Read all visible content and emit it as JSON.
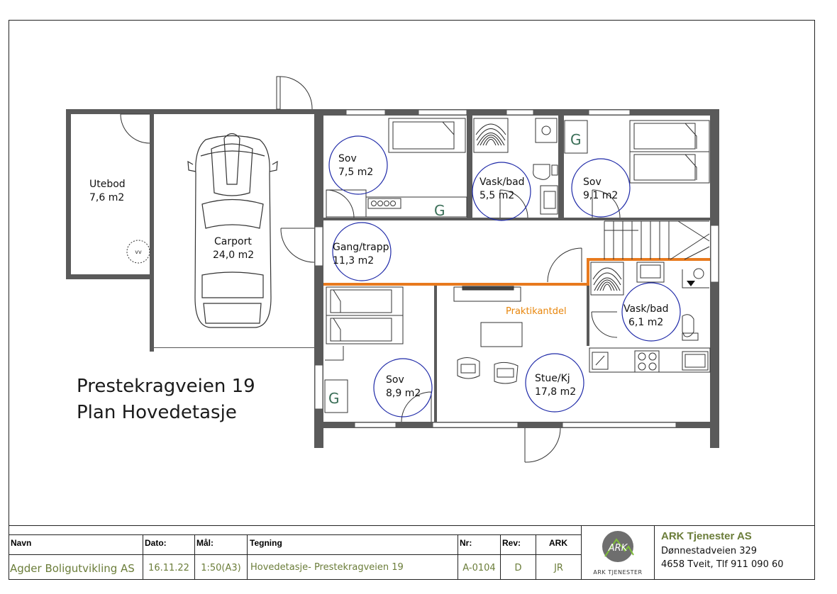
{
  "drawing": {
    "title_line1": "Prestekragveien 19",
    "title_line2": "Plan Hovedetasje"
  },
  "rooms": {
    "utebod": {
      "name": "Utebod",
      "area": "7,6 m2"
    },
    "carport": {
      "name": "Carport",
      "area": "24,0 m2"
    },
    "sov_nw": {
      "name": "Sov",
      "area": "7,5 m2"
    },
    "vask_bad_n": {
      "name": "Vask/bad",
      "area": "5,5 m2"
    },
    "sov_ne": {
      "name": "Sov",
      "area": "9,1 m2"
    },
    "gang_trapp": {
      "name": "Gang/trapp",
      "area": "11,3 m2"
    },
    "vask_bad_e": {
      "name": "Vask/bad",
      "area": "6,1 m2"
    },
    "sov_sw": {
      "name": "Sov",
      "area": "8,9 m2"
    },
    "stue_kj": {
      "name": "Stue/Kj",
      "area": "17,8 m2"
    }
  },
  "labels": {
    "praktikantdel": "Praktikantdel",
    "vv": "vv",
    "g": "G"
  },
  "colors": {
    "wall": "#5a5a5a",
    "room_circle": "#1f2aa8",
    "highlight_wall": "#e87a1e",
    "accent_text": "#e8860c",
    "firm_green": "#6b7d3a"
  },
  "title_block": {
    "headers": {
      "navn": "Navn",
      "dato": "Dato:",
      "maal": "Mål:",
      "tegning": "Tegning",
      "nr": "Nr:",
      "rev": "Rev:",
      "ark": "ARK"
    },
    "values": {
      "navn": "Agder Boligutvikling AS",
      "dato": "16.11.22",
      "maal": "1:50(A3)",
      "tegning": "Hovedetasje- Prestekragveien 19",
      "nr": "A-0104",
      "rev": "D",
      "ark": "JR"
    },
    "logo_text": "ARK TJENESTER",
    "logo_monogram": "ARK",
    "firm": {
      "name": "ARK Tjenester AS",
      "address": "Dønnestadveien 329",
      "city_phone": "4658 Tveit, Tlf 911 090 60"
    }
  }
}
